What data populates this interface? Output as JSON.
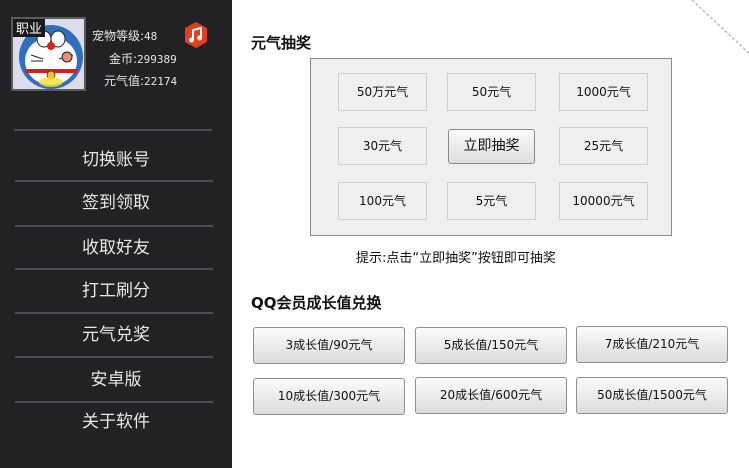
{
  "profile": {
    "avatar_badge": "职业",
    "level_label": "宠物等级:",
    "level_value": "48",
    "gold_label": "金币:",
    "gold_value": "299389",
    "energy_label": "元气值:",
    "energy_value": "22174",
    "music_icon": "music-note-icon",
    "colors": {
      "music_badge": "#e0401f",
      "sidebar_bg": "#222225"
    }
  },
  "sidebar": {
    "items": [
      {
        "label": "切换账号"
      },
      {
        "label": "签到领取"
      },
      {
        "label": "收取好友"
      },
      {
        "label": "打工刷分"
      },
      {
        "label": "元气兑奖"
      },
      {
        "label": "安卓版"
      },
      {
        "label": "关于软件"
      }
    ]
  },
  "lottery": {
    "title": "元气抽奖",
    "prizes": [
      "50万元气",
      "50元气",
      "1000元气",
      "30元气",
      "25元气",
      "100元气",
      "5元气",
      "10000元气"
    ],
    "draw_button": "立即抽奖",
    "hint": "提示:点击“立即抽奖”按钮即可抽奖"
  },
  "exchange": {
    "title": "QQ会员成长值兑换",
    "options": [
      "3成长值/90元气",
      "5成长值/150元气",
      "7成长值/210元气",
      "10成长值/300元气",
      "20成长值/600元气",
      "50成长值/1500元气"
    ]
  }
}
